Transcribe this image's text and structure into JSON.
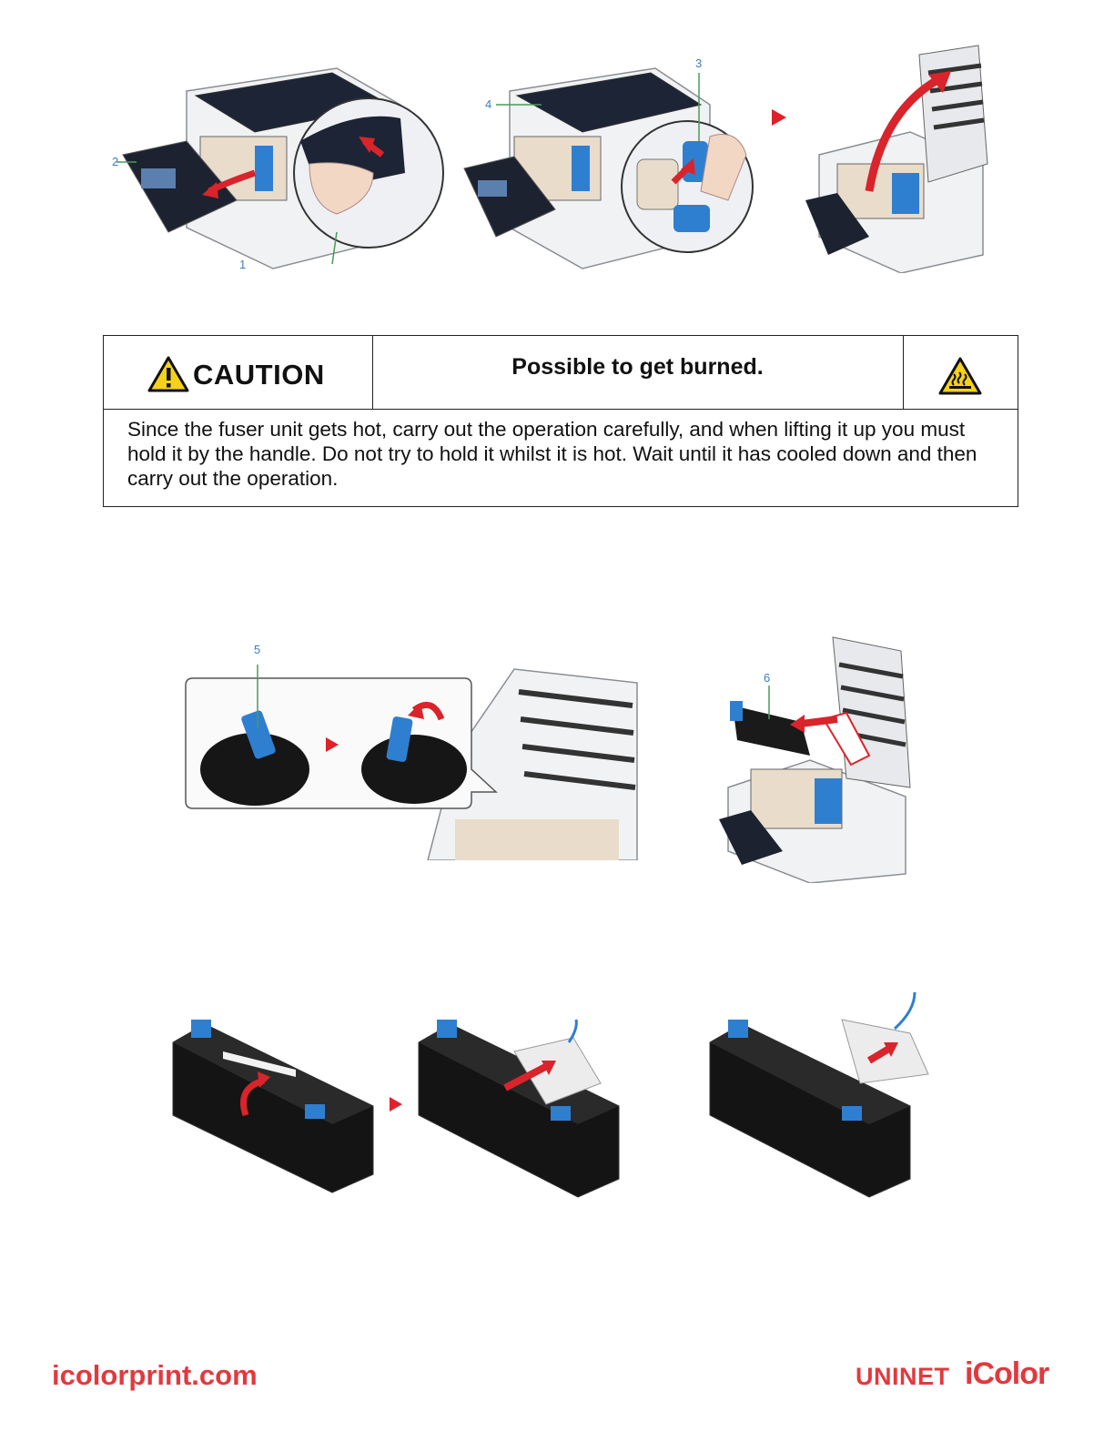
{
  "figures": {
    "top_row": {
      "callouts": [
        "1",
        "2",
        "3",
        "4"
      ]
    },
    "middle_row": {
      "callouts": [
        "5",
        "6"
      ]
    }
  },
  "caution": {
    "label": "CAUTION",
    "heading": "Possible to get burned.",
    "body": "Since the fuser unit gets hot, carry out the operation carefully, and when lifting it up you must hold it by the handle. Do not try to hold it whilst it is hot. Wait until it has cooled down and then carry out the operation.",
    "warning_icon": "warning-triangle-icon",
    "hot_surface_icon": "hot-surface-icon"
  },
  "footer": {
    "website": "icolorprint.com",
    "brand_uninet": "UNINET",
    "brand_icolor": "iColor"
  },
  "colors": {
    "accent_red": "#e03a3e",
    "callout_blue": "#3a7fc4",
    "part_blue": "#2f7fd0",
    "caution_yellow": "#f5d21a"
  }
}
